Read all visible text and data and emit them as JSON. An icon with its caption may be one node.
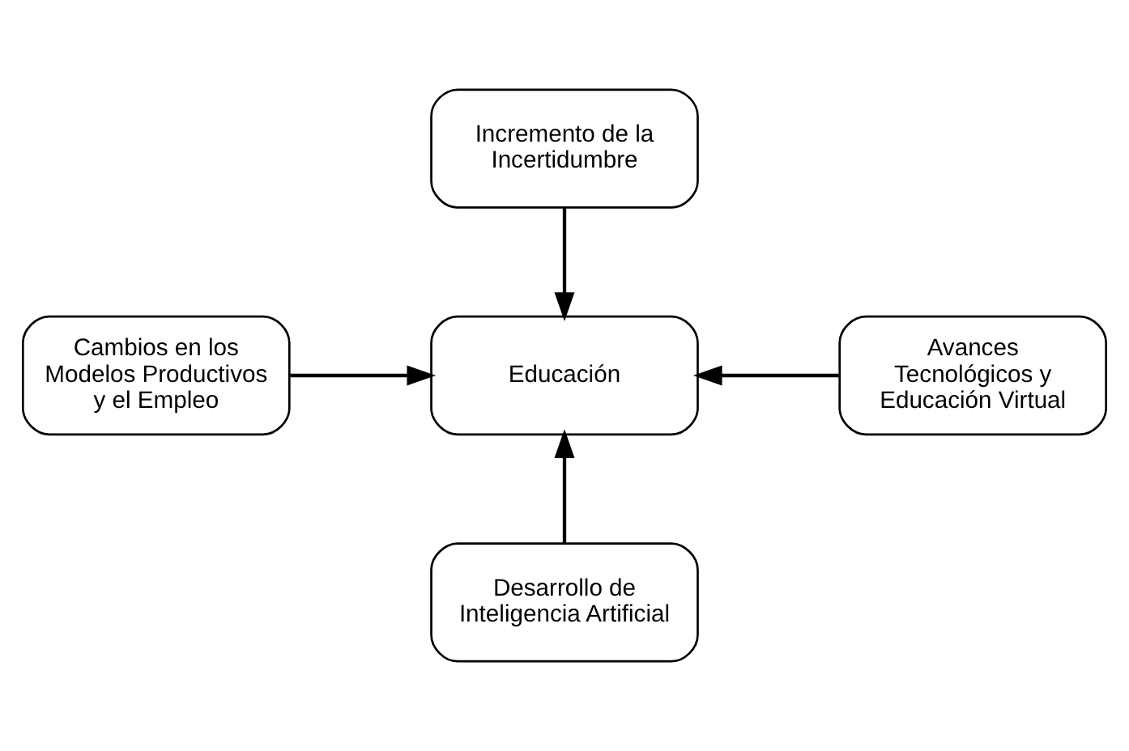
{
  "diagram": {
    "nodes": [
      {
        "text": [
          "Incremento de la Incertidumbre"
        ]
      },
      {
        "text": [
          "Cambios en los Modelos Productivos y el Empleo"
        ]
      },
      {
        "text": [
          "Educación"
        ]
      },
      {
        "text": [
          "Avances Tecnológicos y Educación Virtual"
        ]
      },
      {
        "text": [
          "Desarrollo de Inteligencia Artificial"
        ]
      }
    ],
    "edges": [
      {
        "from": 0,
        "to": 2,
        "arrow": "to"
      },
      {
        "from": 1,
        "to": 2,
        "arrow": "to"
      },
      {
        "from": 3,
        "to": 2,
        "arrow": "to"
      },
      {
        "from": 4,
        "to": 2,
        "arrow": "to"
      }
    ]
  }
}
